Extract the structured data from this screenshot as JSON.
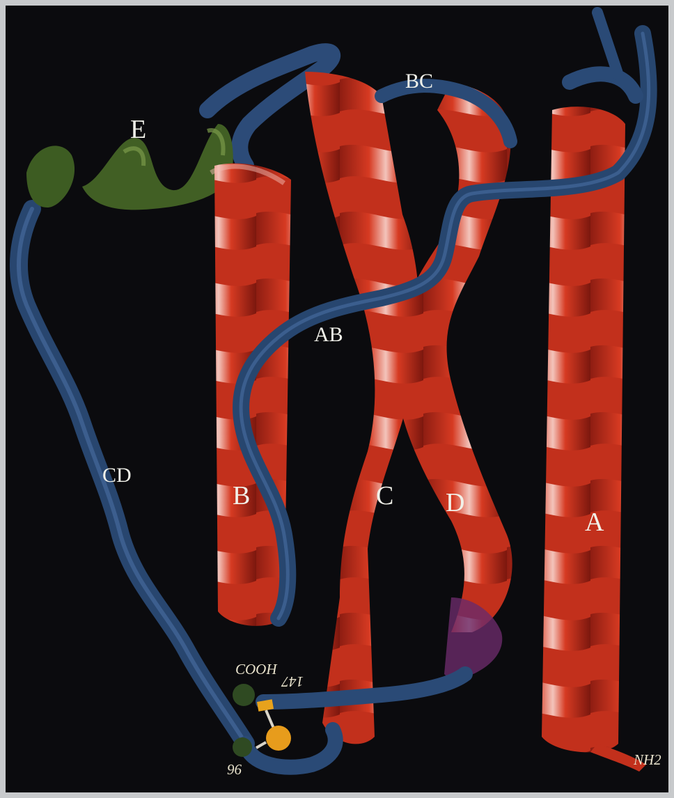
{
  "labels": {
    "helix_a": "A",
    "helix_b": "B",
    "helix_c": "C",
    "helix_d": "D",
    "helix_e": "E",
    "loop_ab": "AB",
    "loop_bc": "BC",
    "loop_cd": "CD",
    "cooh": "COOH",
    "res_147": "147",
    "res_96": "96",
    "nh2": "NH2"
  },
  "colors": {
    "background": "#0b0b0e",
    "frame": "#c8cacc",
    "helix": "#d63a22",
    "helix_highlight": "#f2b9b0",
    "loop": "#2e4f80",
    "loop_dark": "#1d3358",
    "helix_e": "#3b5a22",
    "disulfide": "#e79c1c",
    "label_text": "#f1f1e9"
  }
}
